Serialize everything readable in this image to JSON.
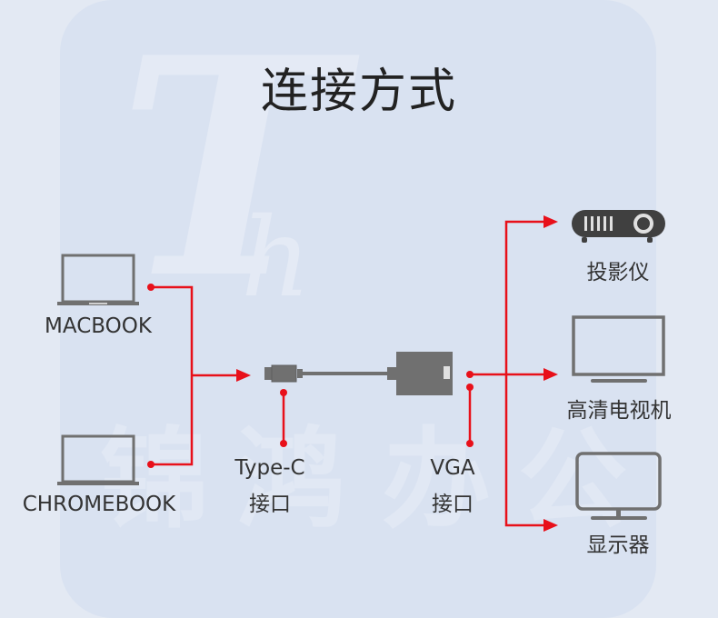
{
  "title": "连接方式",
  "watermark": {
    "latin_t": "T",
    "latin_h": "h",
    "cn": [
      "锦",
      "鸿",
      "办",
      "公"
    ]
  },
  "sources": [
    {
      "label": "MACBOOK",
      "icon": "laptop-icon"
    },
    {
      "label": "CHROMEBOOK",
      "icon": "laptop-icon"
    }
  ],
  "adapter": {
    "typec_label_line1": "Type-C",
    "typec_label_line2": "接口",
    "vga_label_line1": "VGA",
    "vga_label_line2": "接口"
  },
  "targets": [
    {
      "label": "投影仪",
      "icon": "projector-icon"
    },
    {
      "label": "高清电视机",
      "icon": "tv-icon"
    },
    {
      "label": "显示器",
      "icon": "monitor-icon"
    }
  ],
  "colors": {
    "connector": "#e8101a",
    "device": "#707070",
    "projector": "#404040"
  }
}
